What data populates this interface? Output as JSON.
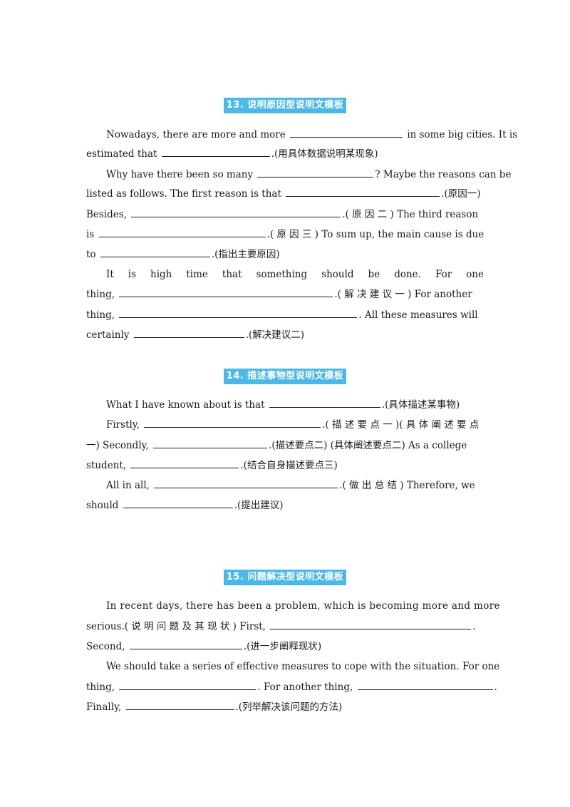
{
  "s13": {
    "title": "13. 说明原因型说明文模板",
    "l1a": "Nowadays, there are more and more",
    "l1b": "in some big cities. It is",
    "l2a": "estimated that",
    "l2b": ".(用具体数据说明某现象)",
    "l3a": "Why have there been so many",
    "l3b": "? Maybe the reasons can be",
    "l4a": "listed as follows. The first reason is that",
    "l4b": ".(原因一)",
    "l5a": "Besides,",
    "l5b": ".( 原 因 二 ) The third reason",
    "l6a": "is",
    "l6b": ".( 原 因 三 ) To sum up, the main cause is due",
    "l7a": "to",
    "l7b": ".(指出主要原因)",
    "l8": [
      "It",
      "is",
      "high",
      "time",
      "that",
      "something",
      "should",
      "be",
      "done.",
      "For",
      "one"
    ],
    "l9a": "thing,",
    "l9b": ".( 解 决 建 议 一 ) For another",
    "l10a": "thing,",
    "l10b": ". All these measures will",
    "l11a": "certainly",
    "l11b": ".(解决建议二)"
  },
  "s14": {
    "title": "14. 描述事物型说明文模板",
    "l1a": "What I have known about is that",
    "l1b": ".(具体描述某事物)",
    "l2a": "Firstly,",
    "l2b": ".( 描 述 要 点 一 )( 具 体 阐 述 要 点",
    "l3a": "一) Secondly,",
    "l3b": ".(描述要点二) (具体阐述要点二) As a college",
    "l4a": "student,",
    "l4b": ".(结合自身描述要点三)",
    "l5a": "All in all,",
    "l5b": ".( 做 出 总 结 ) Therefore, we",
    "l6a": "should",
    "l6b": ".(提出建议)"
  },
  "s15": {
    "title": "15. 问题解决型说明文模板",
    "l1": "In recent days, there has been a problem, which is becoming more and more",
    "l2a": "serious.( 说 明 问 题 及 其 现 状 ) First,",
    "l2b": ".",
    "l3a": "Second,",
    "l3b": ".(进一步阐释现状)",
    "l4": "We should take a series of effective measures to cope with the situation. For one",
    "l5a": "thing,",
    "l5b": ". For another thing,",
    "l5c": ".",
    "l6a": "Finally,",
    "l6b": ".(列举解决该问题的方法)"
  },
  "colors": {
    "badge_bg": "#4cb8e8",
    "badge_text": "#ffffff",
    "text": "#1a1a1a"
  }
}
